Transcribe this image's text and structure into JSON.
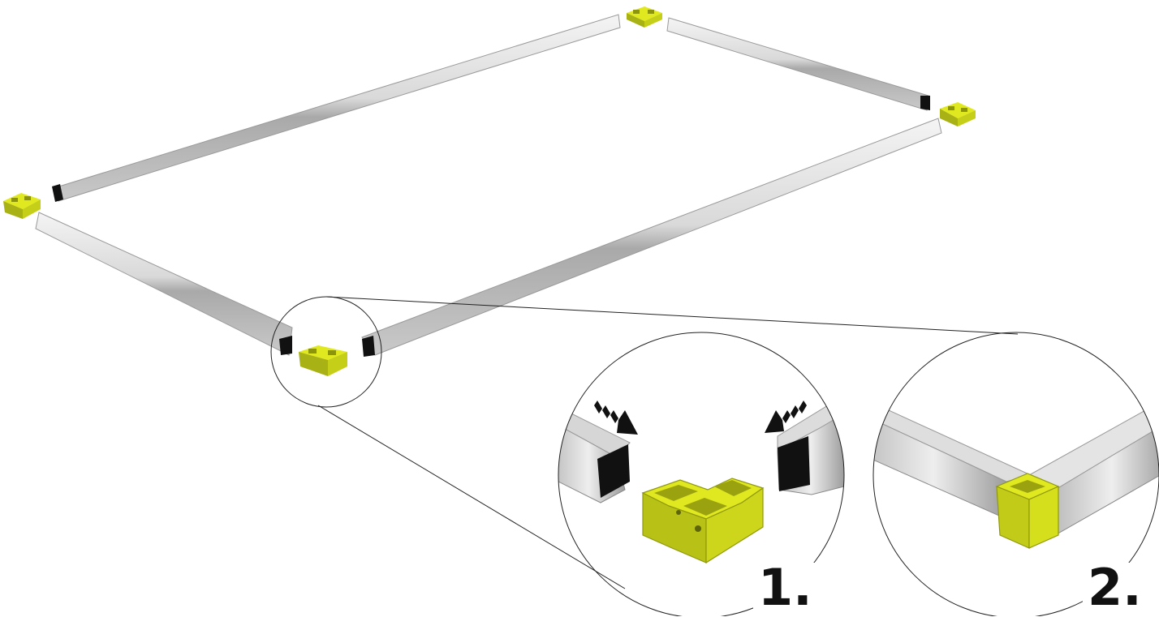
{
  "steps": {
    "step1_label": "1.",
    "step2_label": "2."
  },
  "colors": {
    "connector": "#d8e21a",
    "connector_dark": "#9aa30f",
    "tube_light": "#f2f2f2",
    "tube_mid": "#c8c8c8",
    "tube_dark": "#8f8f8f",
    "line": "#222222",
    "arrow": "#111111"
  },
  "icons": [
    "frame-tube",
    "corner-connector",
    "insert-arrow",
    "magnifier-circle"
  ]
}
